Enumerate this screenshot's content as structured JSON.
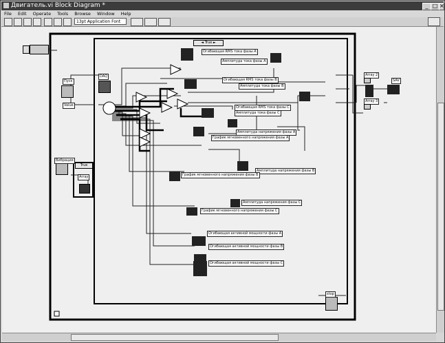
{
  "window": {
    "title": "Двигатель.vi Block Diagram *"
  },
  "menu": [
    "File",
    "Edit",
    "Operate",
    "Tools",
    "Browse",
    "Window",
    "Help"
  ],
  "toolbar": {
    "font": "13pt Application Font"
  },
  "case": {
    "outer_selector": "True",
    "inner_selector": "True"
  },
  "blocks": {
    "daq": "DAQ",
    "pusk": "Пуск",
    "value": "Value",
    "fixed": "Вибрация",
    "array": "Array",
    "stop": "stop"
  },
  "labels": {
    "rms_a": "Огибающая RMS тока фазы A",
    "amp_i_a": "Амплитуда тока фазы A",
    "rms_b": "Огибающая RMS тока фазы B",
    "amp_i_b": "Амплитуда тока фазы B",
    "rms_c": "Огибающая RMS тока фазы C",
    "amp_i_c": "Амплитуда тока фазы C",
    "amp_u_a": "Амплитуда напряжения фазы A",
    "graph_u_a": "График мгновенного напряжения фазы A",
    "amp_u_b": "Амплитуда напряжения фазы B",
    "graph_u_b": "График мгновенного напряжения фазы B",
    "amp_u_c": "Амплитуда напряжения фазы C",
    "graph_u_c": "График мгновенного напряжения фазы C",
    "p_a": "Огибающая активной мощности фазы A",
    "p_b": "Огибающая активной мощности фазы B",
    "p_c": "Огибающая активной мощности фазы C",
    "array2": "Array 2",
    "array3": "Array 3",
    "sav": "SAV"
  }
}
